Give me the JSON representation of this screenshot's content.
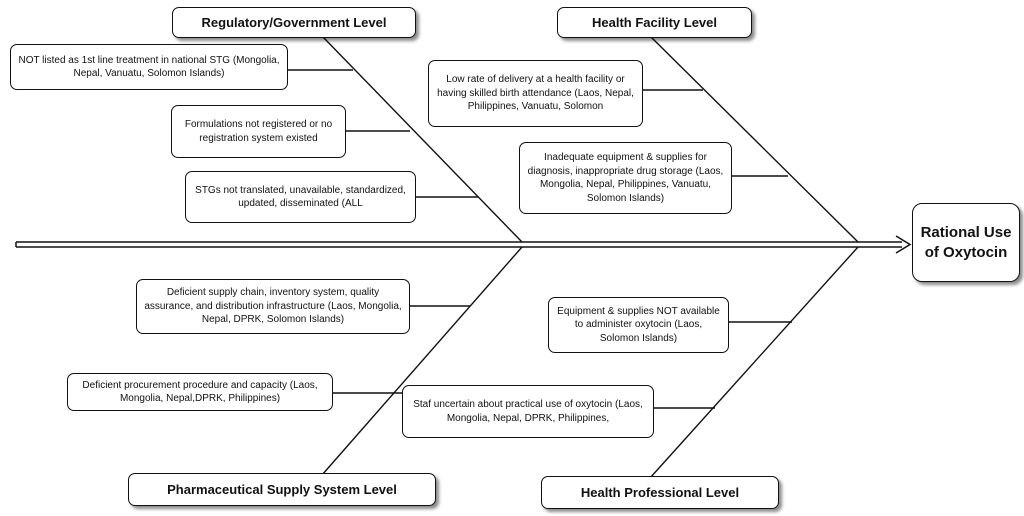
{
  "head": {
    "label": "Rational Use of Oxytocin"
  },
  "categories": {
    "regulatory": "Regulatory/Government Level",
    "facility": "Health Facility Level",
    "pharma": "Pharmaceutical Supply System Level",
    "professional": "Health Professional Level"
  },
  "causes": {
    "regulatory": [
      "NOT listed as 1st line treatment in national STG (Mongolia, Nepal, Vanuatu, Solomon Islands)",
      "Formulations not registered or no registration system existed",
      "STGs not translated, unavailable, standardized, updated, disseminated (ALL"
    ],
    "facility": [
      "Low rate of delivery at a health facility or having skilled birth attendance (Laos, Nepal, Philippines, Vanuatu, Solomon",
      "Inadequate equipment & supplies for diagnosis, inappropriate drug storage (Laos, Mongolia, Nepal, Philippines, Vanuatu, Solomon Islands)"
    ],
    "pharma": [
      "Deficient supply chain, inventory system, quality assurance, and distribution infrastructure (Laos, Mongolia, Nepal, DPRK, Solomon Islands)",
      "Deficient procurement procedure and capacity (Laos, Mongolia, Nepal,DPRK, Philippines)"
    ],
    "professional": [
      "Equipment & supplies NOT available to administer oxytocin (Laos, Solomon Islands)",
      "Staf uncertain about practical use of oxytocin (Laos, Mongolia, Nepal, DPRK, Philippines,"
    ]
  }
}
